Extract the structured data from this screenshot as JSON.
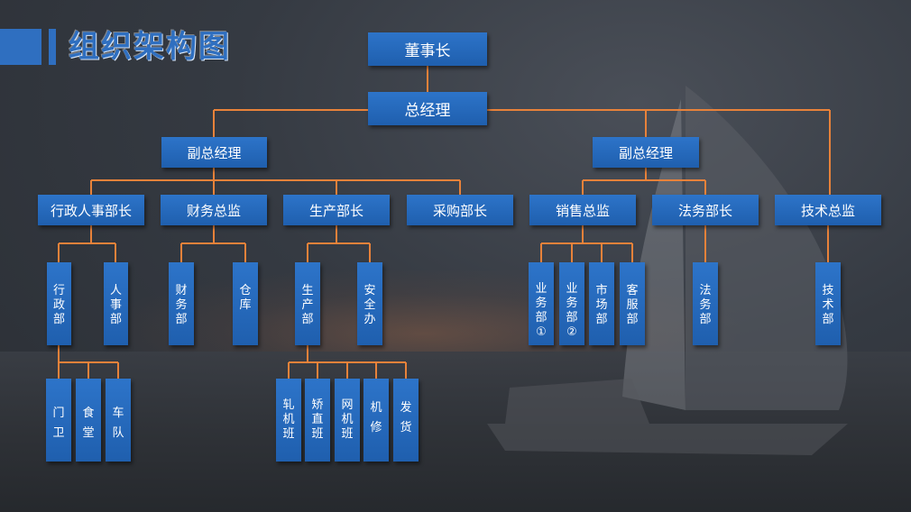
{
  "page": {
    "title": "组织架构图"
  },
  "nodes": {
    "chairman": "董事长",
    "gm": "总经理",
    "vp_left": "副总经理",
    "vp_right": "副总经理",
    "admin_hr": "行政人事部长",
    "finance_director": "财务总监",
    "production_head": "生产部长",
    "purchasing_head": "采购部长",
    "sales_director": "销售总监",
    "legal_head": "法务部长",
    "tech_director": "技术总监",
    "admin_dept": "行政部",
    "hr_dept": "人事部",
    "finance_dept": "财务部",
    "warehouse": "仓库",
    "production_dept": "生产部",
    "safety_office": "安全办",
    "sales_dept_1": "业务部①",
    "sales_dept_2": "业务部②",
    "marketing_dept": "市场部",
    "service_dept": "客服部",
    "legal_dept": "法务部",
    "tech_dept": "技术部",
    "gate_guard": "门卫",
    "canteen": "食堂",
    "fleet": "车队",
    "rolling_team": "轧机班",
    "straightening_team": "矫直班",
    "mesh_team": "网机班",
    "maintenance": "机修",
    "shipping": "发货"
  },
  "colors": {
    "box": "#2369bd",
    "line": "#e8823a",
    "title": "#2f6fc0"
  }
}
